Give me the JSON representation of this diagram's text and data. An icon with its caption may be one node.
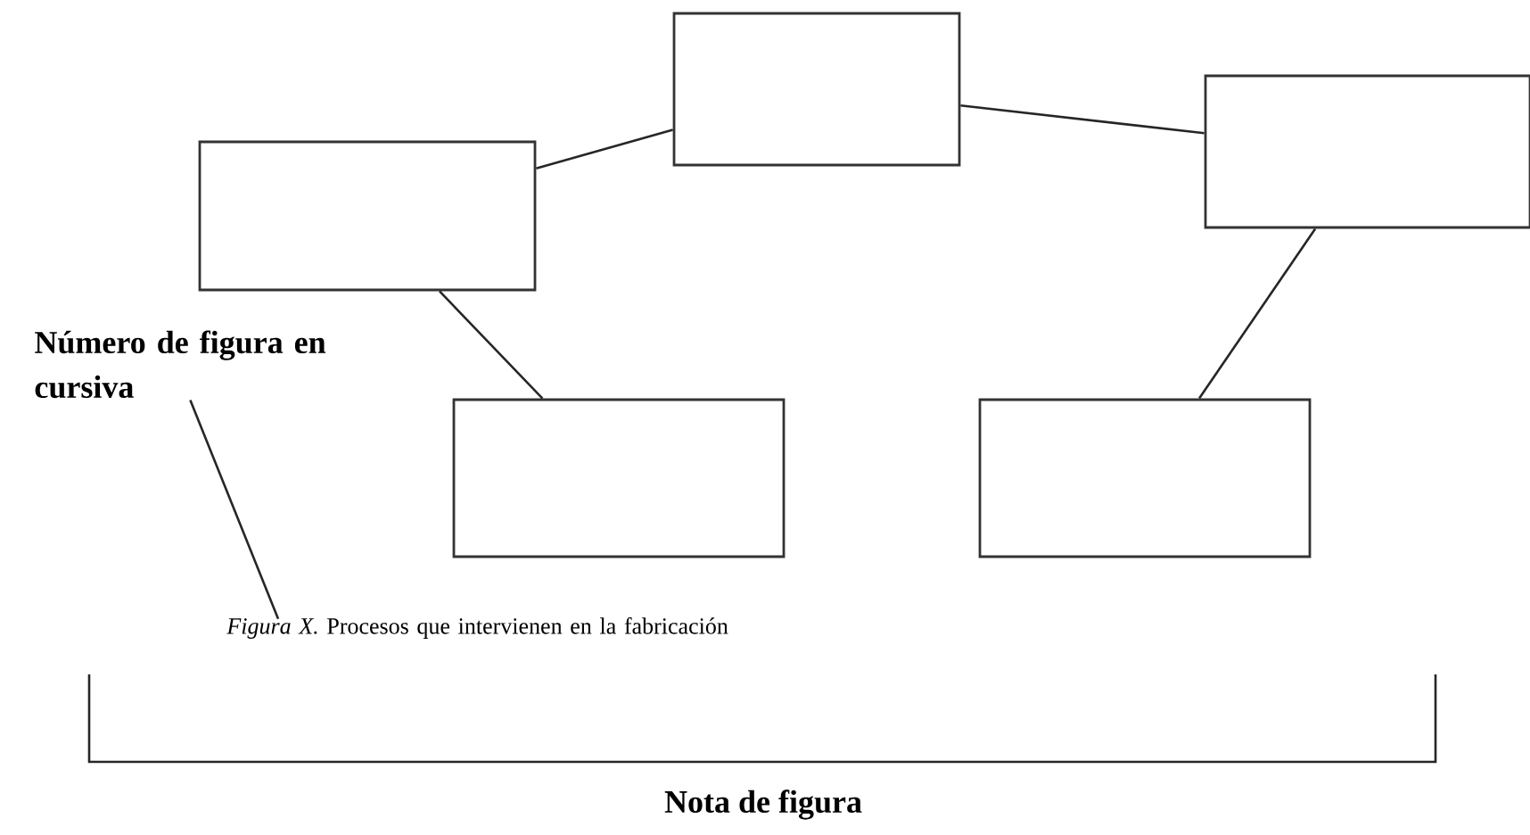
{
  "diagram": {
    "nodes": [
      {
        "text": [],
        "shape": "box"
      },
      {
        "text": [],
        "shape": "box"
      },
      {
        "text": [],
        "shape": "box"
      },
      {
        "text": [],
        "shape": "box"
      },
      {
        "text": [],
        "shape": "box"
      },
      {
        "text": [
          "Número de figura en cursiva"
        ]
      },
      {
        "text": [
          "*Figura X.* Procesos que intervienen en la fabricación"
        ]
      }
    ],
    "edges": [
      {
        "from": 0,
        "to": 1,
        "arrow": "none"
      },
      {
        "from": 1,
        "to": 2,
        "arrow": "none"
      },
      {
        "from": 0,
        "to": 3,
        "arrow": "none"
      },
      {
        "from": 2,
        "to": 4,
        "arrow": "none"
      },
      {
        "from": 5,
        "to": 6,
        "arrow": "none"
      }
    ],
    "labels": [
      "Nota de figura"
    ]
  }
}
